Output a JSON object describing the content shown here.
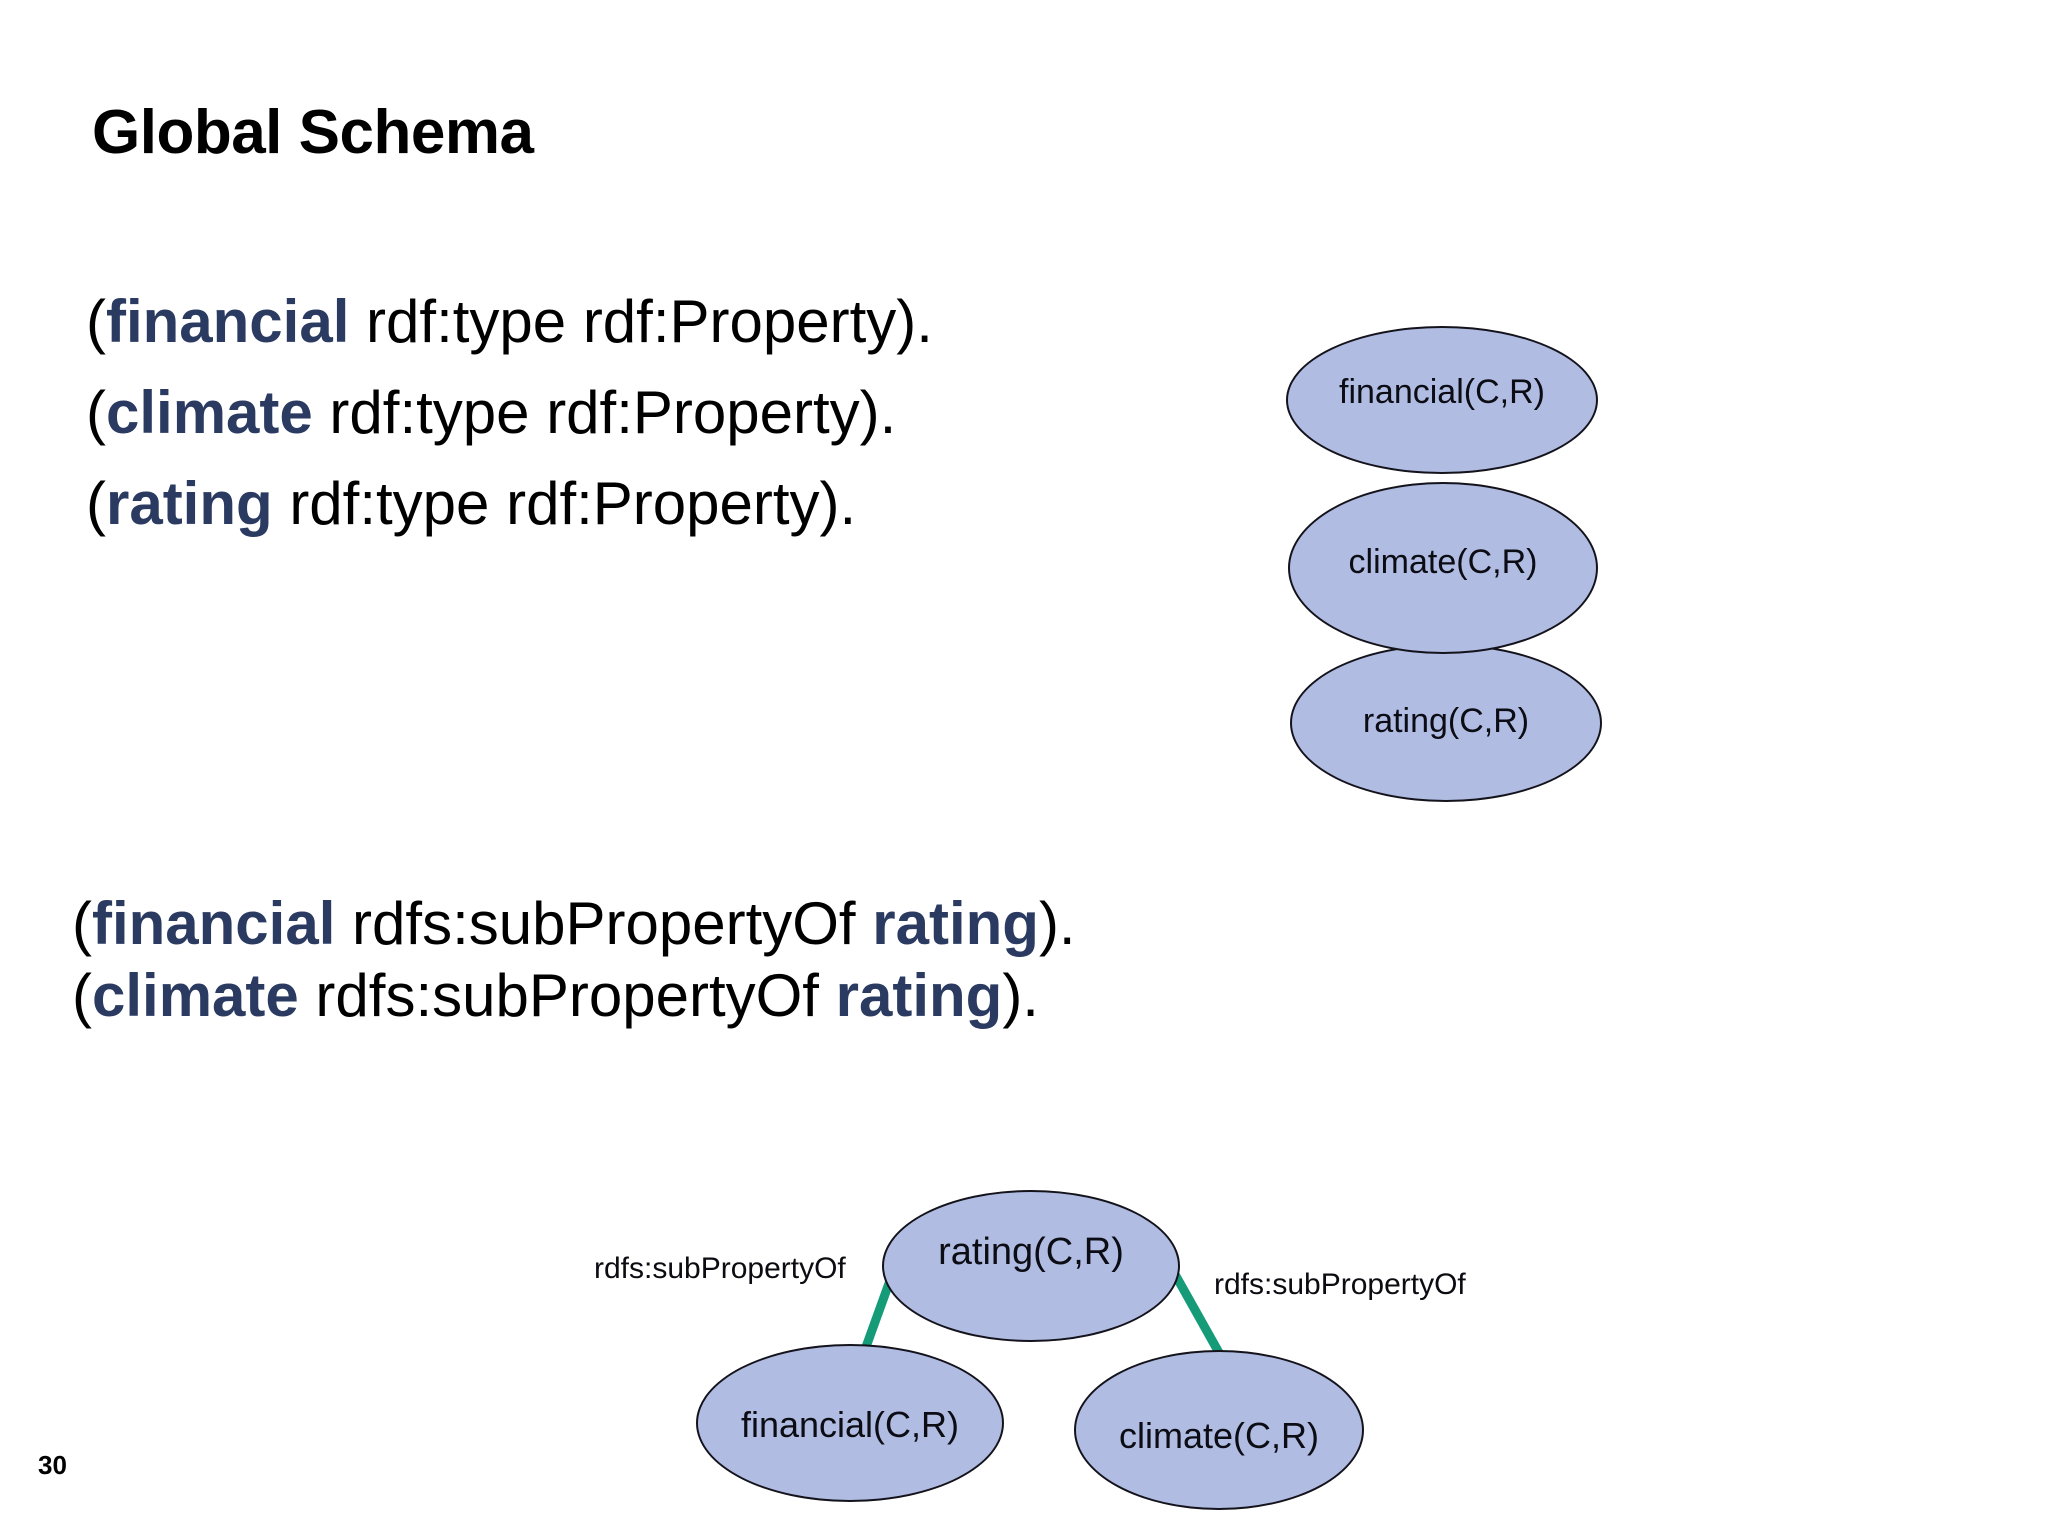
{
  "slide": {
    "title": "Global Schema",
    "page_number": "30",
    "background_color": "#ffffff"
  },
  "colors": {
    "keyword": "#2a3a60",
    "node_fill": "#b0bce2",
    "node_stroke": "#14131c",
    "edge": "#159b78",
    "text": "#000000"
  },
  "statements": {
    "type_block": [
      {
        "open": "(",
        "subject": "financial",
        "predicate_object": " rdf:type rdf:Property",
        "close": ")."
      },
      {
        "open": "(",
        "subject": "climate",
        "predicate_object": " rdf:type rdf:Property",
        "close": ")."
      },
      {
        "open": "(",
        "subject": "rating",
        "predicate_object": " rdf:type rdf:Property",
        "close": ")."
      }
    ],
    "subproperty_block": [
      {
        "open": "(",
        "subject": "financial",
        "predicate": " rdfs:subPropertyOf ",
        "object": "rating",
        "close": ")."
      },
      {
        "open": "(",
        "subject": "climate",
        "predicate": " rdfs:subPropertyOf ",
        "object": "rating",
        "close": ")."
      }
    ]
  },
  "property_group": {
    "nodes": [
      {
        "label": "financial(C,R)"
      },
      {
        "label": "climate(C,R)"
      },
      {
        "label": "rating(C,R)"
      }
    ]
  },
  "hierarchy": {
    "root": {
      "label": "rating(C,R)"
    },
    "children": [
      {
        "label": "financial(C,R)",
        "edge_label": "rdfs:subPropertyOf"
      },
      {
        "label": "climate(C,R)",
        "edge_label": "rdfs:subPropertyOf"
      }
    ]
  }
}
